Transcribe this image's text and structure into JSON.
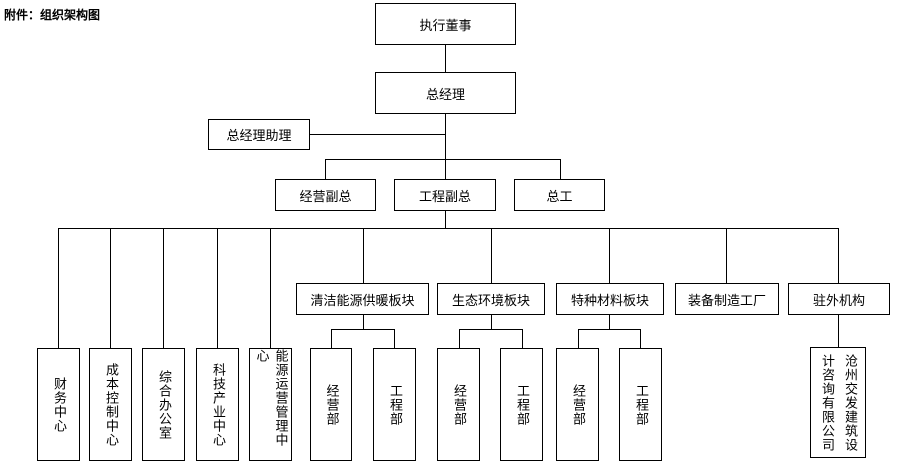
{
  "caption": "附件：组织架构图",
  "nodes": {
    "board": "执行董事",
    "gm": "总经理",
    "gm_assistant": "总经理助理",
    "vp_business": "经营副总",
    "vp_engineering": "工程副总",
    "chief_engineer": "总工",
    "clean_energy": "清洁能源供暖板块",
    "ecology": "生态环境板块",
    "special_materials": "特种材料板块",
    "equipment_factory": "装备制造工厂",
    "external": "驻外机构",
    "finance": "财务中心",
    "cost_control": "成本控制中心",
    "general_office": "综合办公室",
    "tech_industry": "科技产业中心",
    "energy_ops": "能源运营管理中心",
    "clean_energy_business": "经营部",
    "clean_energy_engineering": "工程部",
    "ecology_business": "经营部",
    "ecology_engineering": "工程部",
    "materials_business": "经营部",
    "materials_engineering": "工程部",
    "cangzhou_col1": "沧州交发建筑设",
    "cangzhou_col2": "计咨询有限公司"
  }
}
